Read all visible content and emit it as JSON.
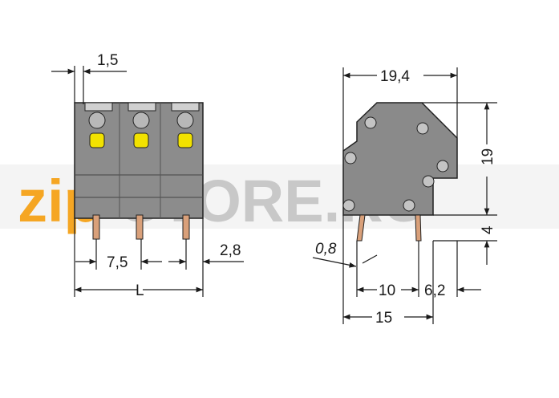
{
  "watermark": {
    "text_a": "zip",
    "text_b": "STORE.RU",
    "color_a": "#f5a623",
    "color_b": "#c8c8c8"
  },
  "front_view": {
    "pitch_top": "1,5",
    "pitch": "7,5",
    "offset": "2,8",
    "length": "L"
  },
  "side_view": {
    "width": "19,4",
    "height": "19",
    "pin_length": "4",
    "pin_thickness": "0,8",
    "pin_spacing": "10",
    "pin_offset": "6,2",
    "overall": "15"
  },
  "colors": {
    "housing": "#8c8c8c",
    "housing_dark": "#6e6e6e",
    "side_body": "#8a8a8a",
    "pin": "#d9a07a",
    "actuator": "#f2e200"
  }
}
